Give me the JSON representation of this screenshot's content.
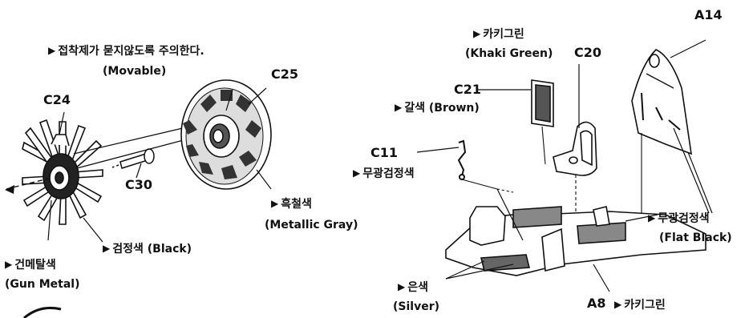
{
  "labels": {
    "notice": "접착제가 묻지않도록 주의한다.",
    "movable": "(Movable)",
    "c24": "C24",
    "c25": "C25",
    "c30": "C30",
    "metallic_kr": "흑철색",
    "metallic_en": "(Metallic Gray)",
    "black": "검정색 (Black)",
    "gunmetal_kr": "건메탈색",
    "gunmetal_en": "(Gun Metal)",
    "khaki_kr": "카키그린",
    "khaki_en": "(Khaki Green)",
    "c20": "C20",
    "a14": "A14",
    "c21": "C21",
    "brown": "갈색 (Brown)",
    "c11": "C11",
    "flat_kr_left": "무광검정색",
    "flat_kr_right": "무광검정색",
    "flat_en": "(Flat Black)",
    "silver_kr": "은색",
    "silver_en": "(Silver)",
    "a8": "A8",
    "a8_khaki": "카키그린"
  },
  "icons": [
    "triangle-pointer-icon"
  ]
}
